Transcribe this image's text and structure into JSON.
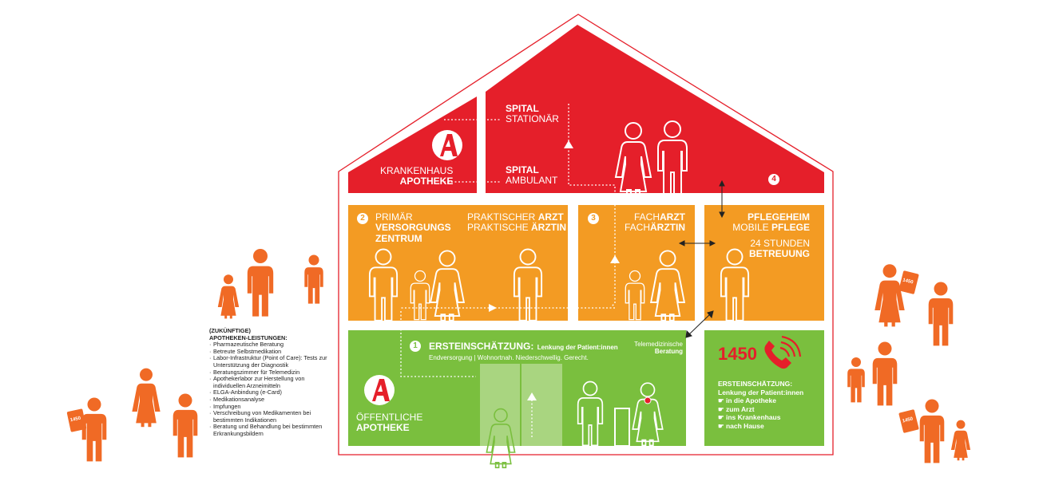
{
  "colors": {
    "red": "#e51f2a",
    "orange": "#f39b23",
    "green": "#7abf3e",
    "people_orange": "#f06a25"
  },
  "icons": [
    "apotheke-a-logo-icon",
    "phone-icon",
    "person-icon",
    "arrow-icon"
  ],
  "krankenhaus": {
    "line1": "KRANKENHAUS",
    "line2": "APOTHEKE"
  },
  "spital_stationaer": {
    "bold": "SPITAL",
    "normal": "STATIONÄR"
  },
  "spital_ambulant": {
    "bold": "SPITAL",
    "normal": "AMBULANT"
  },
  "badge4": "4",
  "primaer": {
    "badge": "2",
    "line1": "PRIMÄR",
    "line2": "VERSORGUNGS",
    "line3": "ZENTRUM",
    "arzt_pre": "PRAKTISCHER ",
    "arzt_bold": "ARZT",
    "aerztin_pre": "PRAKTISCHE ",
    "aerztin_bold": "ÄRZTIN"
  },
  "facharzt": {
    "badge": "3",
    "arzt_pre": "FACH",
    "arzt_bold": "ARZT",
    "aerztin_pre": "FACH",
    "aerztin_bold": "ÄRZTIN"
  },
  "pflege": {
    "line1": "PFLEGEHEIM",
    "line2_pre": "MOBILE ",
    "line2_bold": "PFLEGE",
    "line3": "24 STUNDEN",
    "line4": "BETREUUNG"
  },
  "ersteinschaetzung": {
    "badge": "1",
    "title": "ERSTEINSCHÄTZUNG:",
    "title_rest": "Lenkung der Patient:innen",
    "sub": "Endversorgung | Wohnortnah. Niederschwellig. Gerecht.",
    "tele1": "Telemedizinische",
    "tele2": "Beratung"
  },
  "oeffentliche": {
    "line1": "ÖFFENTLICHE",
    "line2": "APOTHEKE"
  },
  "hotline": {
    "number": "1450",
    "title1": "ERSTEINSCHÄTZUNG:",
    "title2": "Lenkung der Patient:innen",
    "items": [
      "in die Apotheke",
      "zum Arzt",
      "ins Krankenhaus",
      "nach Hause"
    ]
  },
  "leistungen": {
    "title1": "(ZUKÜNFTIGE)",
    "title2": "APOTHEKEN-LEISTUNGEN:",
    "items": [
      "Pharmazeutische Beratung",
      "Betreute Selbstmedikation",
      "Labor-Infrastruktur (Point of Care): Tests zur Unterstützung der Diagnostik",
      "Beratungszimmer für Telemedizin",
      "Apothekerlabor zur Herstellung von individuellen Arzneimitteln",
      "ELGA-Anbindung (e-Card)",
      "Medikationsanalyse",
      "Impfungen",
      "Verschreibung von Medikamenten bei bestimmten Indikationen",
      "Beratung und Behandlung bei bestimmten Erkrankungsbildern"
    ]
  },
  "phone_badge": "1450"
}
